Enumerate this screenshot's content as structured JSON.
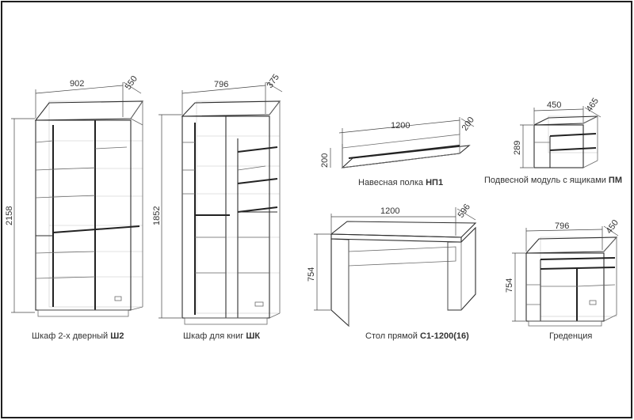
{
  "items": [
    {
      "id": "wardrobe-sh2",
      "caption_prefix": "Шкаф 2-х дверный ",
      "caption_code": "Ш2",
      "width": "902",
      "depth": "550",
      "height": "2158"
    },
    {
      "id": "bookcase-shk",
      "caption_prefix": "Шкаф для книг ",
      "caption_code": "ШК",
      "width": "796",
      "depth": "375",
      "height": "1852"
    },
    {
      "id": "wall-shelf-np1",
      "caption_prefix": "Навесная полка ",
      "caption_code": "НП1",
      "width": "1200",
      "depth": "200",
      "height": "200"
    },
    {
      "id": "drawer-module-pm",
      "caption_prefix": "Подвесной модуль с ящиками ",
      "caption_code": "ПМ",
      "width": "450",
      "depth": "465",
      "height": "289"
    },
    {
      "id": "desk-s1-1200",
      "caption_prefix": "Стол прямой ",
      "caption_code": "С1-1200(16)",
      "width": "1200",
      "depth": "596",
      "height": "754"
    },
    {
      "id": "sideboard",
      "caption_prefix": "Греденция",
      "caption_code": "",
      "width": "796",
      "depth": "450",
      "height": "754"
    }
  ],
  "colors": {
    "background": "#ffffff",
    "frame": "#1e1e1e",
    "line": "#2e2e2e",
    "ghost": "#d6d6d6"
  }
}
